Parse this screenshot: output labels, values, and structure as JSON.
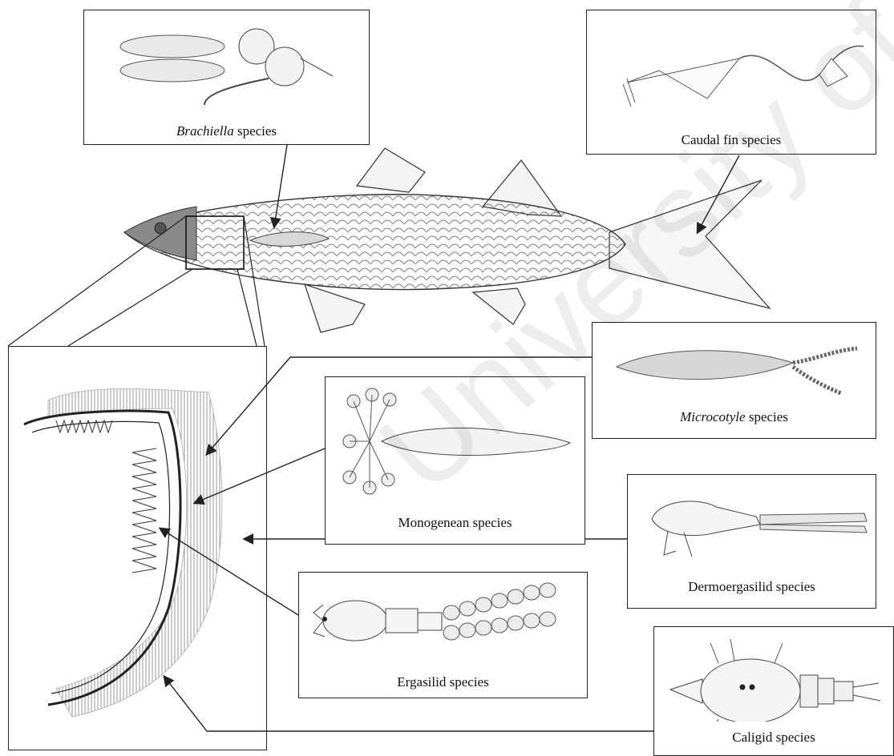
{
  "watermark": "University of Cape Town",
  "labels": {
    "brachiella_genus": "Brachiella",
    "brachiella_suffix": " species",
    "caudal": "Caudal fin species",
    "microcotyle_genus": "Microcotyle",
    "microcotyle_suffix": " species",
    "monogenean": "Monogenean species",
    "dermoergasilid": "Dermoergasilid species",
    "ergasilid": "Ergasilid species",
    "caligid": "Caligid species"
  },
  "colors": {
    "line": "#222222",
    "sketch": "#555555",
    "shade": "#9a9a9a"
  }
}
